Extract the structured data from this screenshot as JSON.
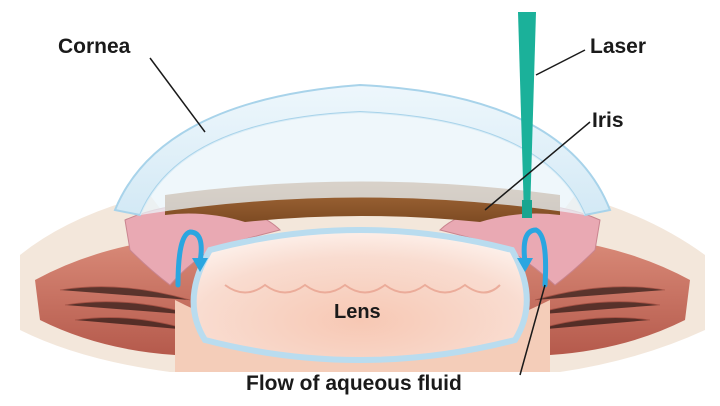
{
  "labels": {
    "cornea": "Cornea",
    "laser": "Laser",
    "iris": "Iris",
    "lens": "Lens",
    "flow": "Flow of aqueous fluid"
  },
  "colors": {
    "cornea_fill": "#dcedf7",
    "cornea_edge": "#a8d3ea",
    "laser_beam": "#1bb19a",
    "iris": "#9a6234",
    "iris_tissue": "#e9a9b3",
    "lens_fill": "#f6d2c1",
    "lens_edge": "#b9dcef",
    "fluid_arrow": "#2aa6e0",
    "muscle": "#c96a5c",
    "sclera": "#f3e7db",
    "leader_line": "#1a1a1a"
  }
}
